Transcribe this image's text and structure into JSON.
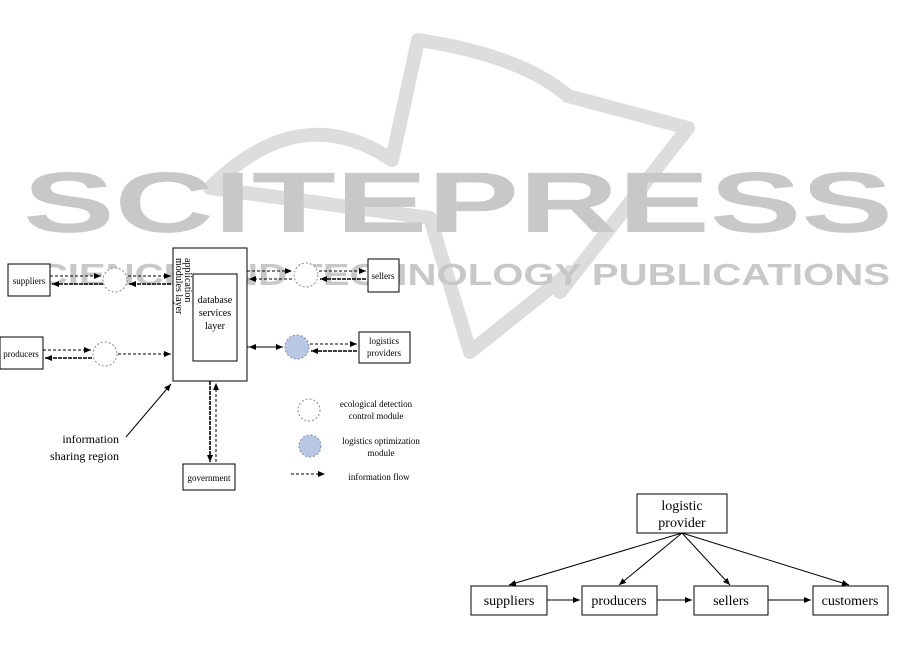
{
  "watermark": {
    "title": "SCITEPRESS",
    "subtitle": "SCIENCE AND TECHNOLOGY PUBLICATIONS"
  },
  "left_diagram": {
    "nodes": {
      "suppliers": "suppliers",
      "producers": "producers",
      "sellers": "sellers",
      "logistics_providers_line1": "logistics",
      "logistics_providers_line2": "providers",
      "government": "government",
      "app_layer_line1": "application",
      "app_layer_line2": "modules layer",
      "db_line1": "database",
      "db_line2": "services",
      "db_line3": "layer"
    },
    "annotation": {
      "line1": "information",
      "line2": "sharing region"
    },
    "legend": {
      "eco_line1": "ecological detection",
      "eco_line2": "control module",
      "logopt_line1": "logistics optimization",
      "logopt_line2": "module",
      "flow": "information flow"
    },
    "colors": {
      "logistics_module_fill": "#b8c8e4",
      "watermark": "#c8c8c8"
    }
  },
  "right_diagram": {
    "top_line1": "logistic",
    "top_line2": "provider",
    "chain": [
      "suppliers",
      "producers",
      "sellers",
      "customers"
    ]
  }
}
